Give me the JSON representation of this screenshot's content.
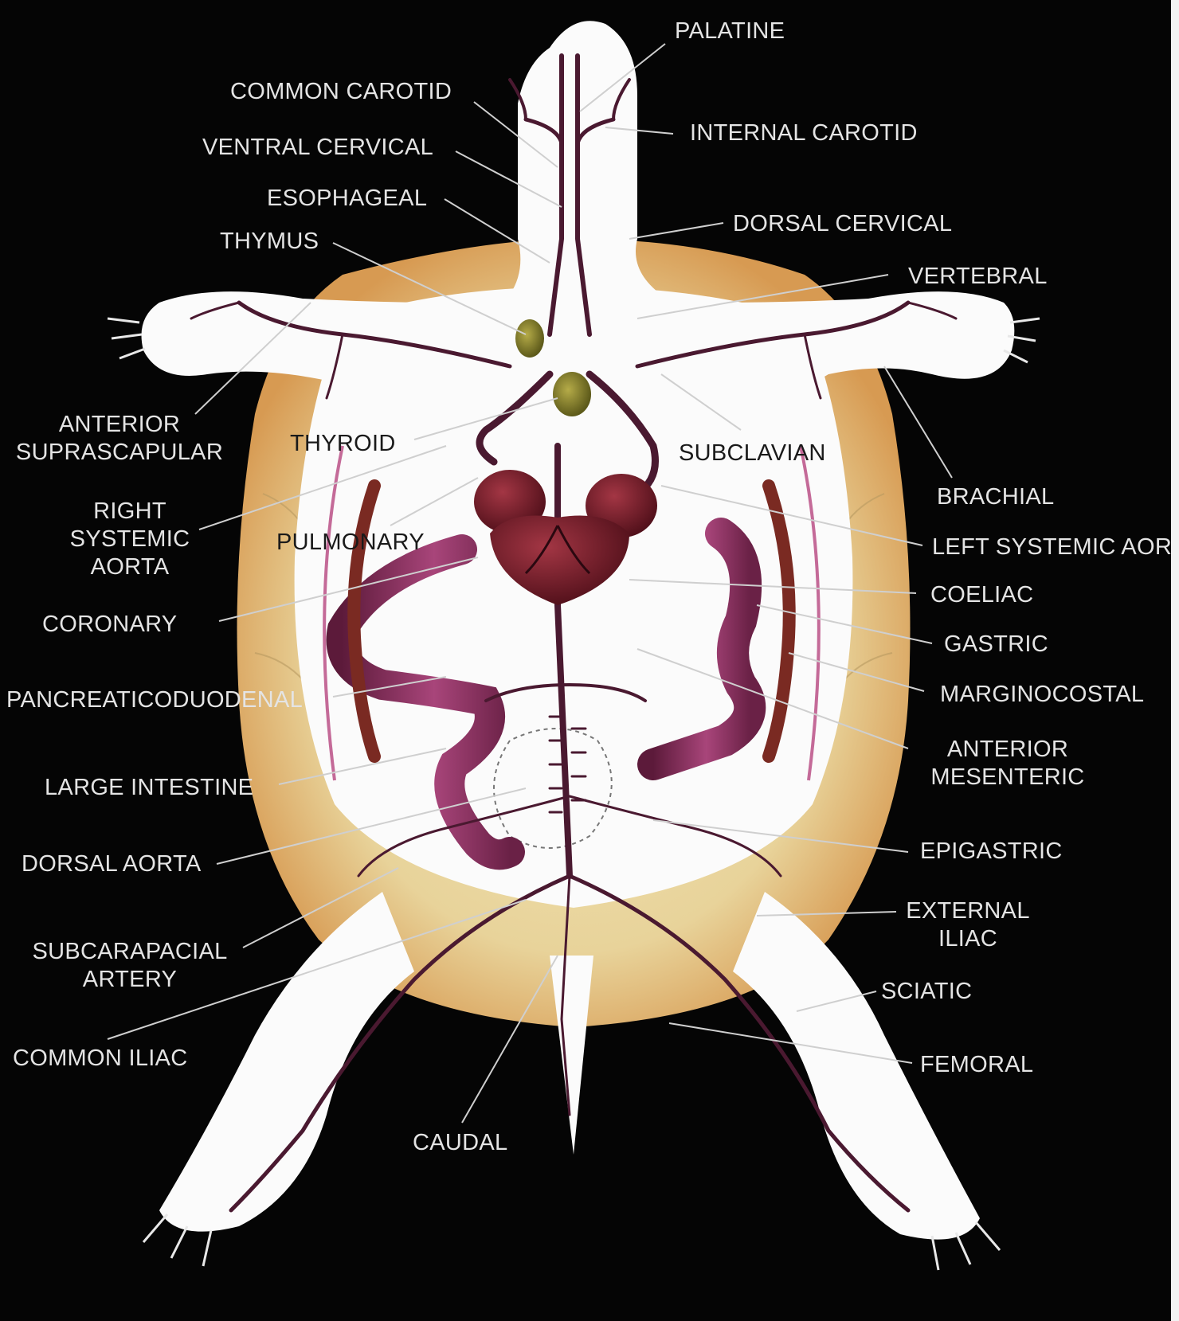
{
  "diagram": {
    "labels": {
      "palatine": "PALATINE",
      "common_carotid": "COMMON CAROTID",
      "internal_carotid": "INTERNAL CAROTID",
      "ventral_cervical": "VENTRAL CERVICAL",
      "esophageal": "ESOPHAGEAL",
      "dorsal_cervical": "DORSAL CERVICAL",
      "thymus": "THYMUS",
      "vertebral": "VERTEBRAL",
      "anterior_suprascapular": [
        "ANTERIOR",
        "SUPRASCAPULAR"
      ],
      "thyroid": "THYROID",
      "subclavian": "SUBCLAVIAN",
      "brachial": "BRACHIAL",
      "right_systemic_aorta": [
        "RIGHT",
        "SYSTEMIC",
        "AORTA"
      ],
      "pulmonary": "PULMONARY",
      "left_systemic_aorta": "LEFT SYSTEMIC AOR",
      "coeliac": "COELIAC",
      "coronary": "CORONARY",
      "gastric": "GASTRIC",
      "marginocostal": "MARGINOCOSTAL",
      "pancreaticoduodenal": "PANCREATICODUODENAL",
      "anterior_mesenteric": [
        "ANTERIOR",
        "MESENTERIC"
      ],
      "large_intestine": "LARGE INTESTINE",
      "epigastric": "EPIGASTRIC",
      "dorsal_aorta": "DORSAL AORTA",
      "external_iliac": [
        "EXTERNAL",
        "ILIAC"
      ],
      "subcarapacial_artery": [
        "SUBCARAPACIAL",
        "ARTERY"
      ],
      "sciatic": "SCIATIC",
      "common_iliac": "COMMON ILIAC",
      "femoral": "FEMORAL",
      "caudal": "CAUDAL"
    },
    "colors": {
      "background": "#050505",
      "carapace": "#e9d79c",
      "carapace_edge": "#d99a4e",
      "body": "#fbfbfb",
      "artery": "#4a1930",
      "heart": "#6b1620",
      "intestine": "#8a2a5a",
      "gland": "#7f7a24",
      "label_text": "#e4e4e4",
      "leader_line": "#cfcfcf"
    }
  }
}
